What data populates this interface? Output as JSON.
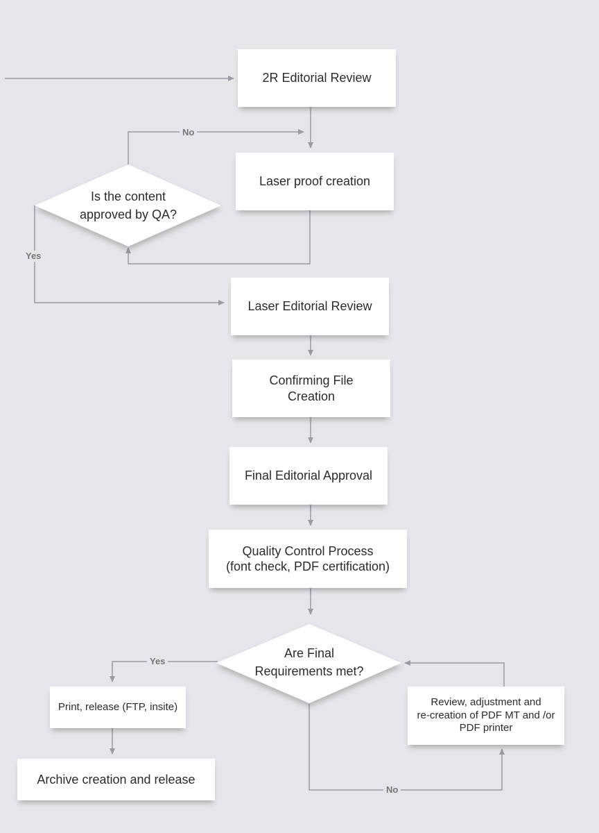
{
  "diagram": {
    "nodes": {
      "editorial_review_2r": "2R Editorial Review",
      "laser_proof": "Laser proof creation",
      "qa_decision": "Is the content\napproved by QA?",
      "laser_editorial": "Laser Editorial Review",
      "confirming_file": "Confirming File\nCreation",
      "final_approval": "Final Editorial Approval",
      "quality_control": "Quality Control Process\n(font check, PDF certification)",
      "final_req_decision": "Are Final\nRequirements met?",
      "print_release": "Print, release (FTP, insite)",
      "archive": "Archive creation and release",
      "review_adjust": "Review, adjustment and\nre-creation of PDF MT and /or\nPDF printer"
    },
    "edge_labels": {
      "qa_no": "No",
      "qa_yes": "Yes",
      "final_yes": "Yes",
      "final_no": "No"
    },
    "colors": {
      "background": "#e6e6ea",
      "box": "#ffffff",
      "line": "#9a9aa2",
      "text": "#2b2b2b"
    }
  }
}
